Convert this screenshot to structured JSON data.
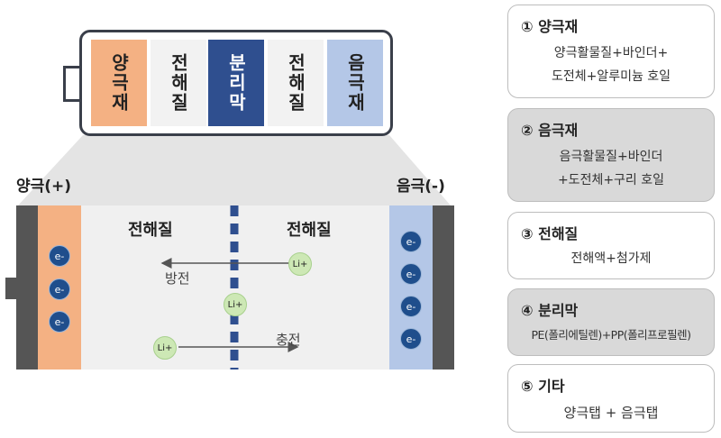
{
  "battery": {
    "cells": [
      {
        "label": "양극재",
        "bg": "#f4b183",
        "color": "#222222"
      },
      {
        "label": "전해질",
        "bg": "#f2f2f2",
        "color": "#222222"
      },
      {
        "label": "분리막",
        "bg": "#2f4f8f",
        "color": "#ffffff"
      },
      {
        "label": "전해질",
        "bg": "#f2f2f2",
        "color": "#222222"
      },
      {
        "label": "음극재",
        "bg": "#b4c7e7",
        "color": "#222222"
      }
    ]
  },
  "cell": {
    "cathode_label": "양극(+)",
    "anode_label": "음극(-)",
    "electrolyte_left": "전해질",
    "electrolyte_right": "전해질",
    "electron": "e-",
    "ion": "Li+",
    "discharge": "방전",
    "charge": "충전"
  },
  "panels": [
    {
      "title": "① 양극재",
      "lines": [
        "양극활물질+바인더+",
        "도전체+알루미늄 호일"
      ],
      "bg": "#ffffff"
    },
    {
      "title": "② 음극재",
      "lines": [
        "음극활물질+바인더",
        "+도전체+구리 호일"
      ],
      "bg": "#d9d9d9"
    },
    {
      "title": "③ 전해질",
      "lines": [
        "전해액+첨가제"
      ],
      "bg": "#ffffff"
    },
    {
      "title": "④ 분리막",
      "lines": [
        "PE(폴리에틸렌)+PP(폴리프로필렌)"
      ],
      "bg": "#d9d9d9"
    },
    {
      "title": "⑤ 기타",
      "lines": [
        "양극탭 + 음극탭"
      ],
      "bg": "#ffffff"
    }
  ]
}
